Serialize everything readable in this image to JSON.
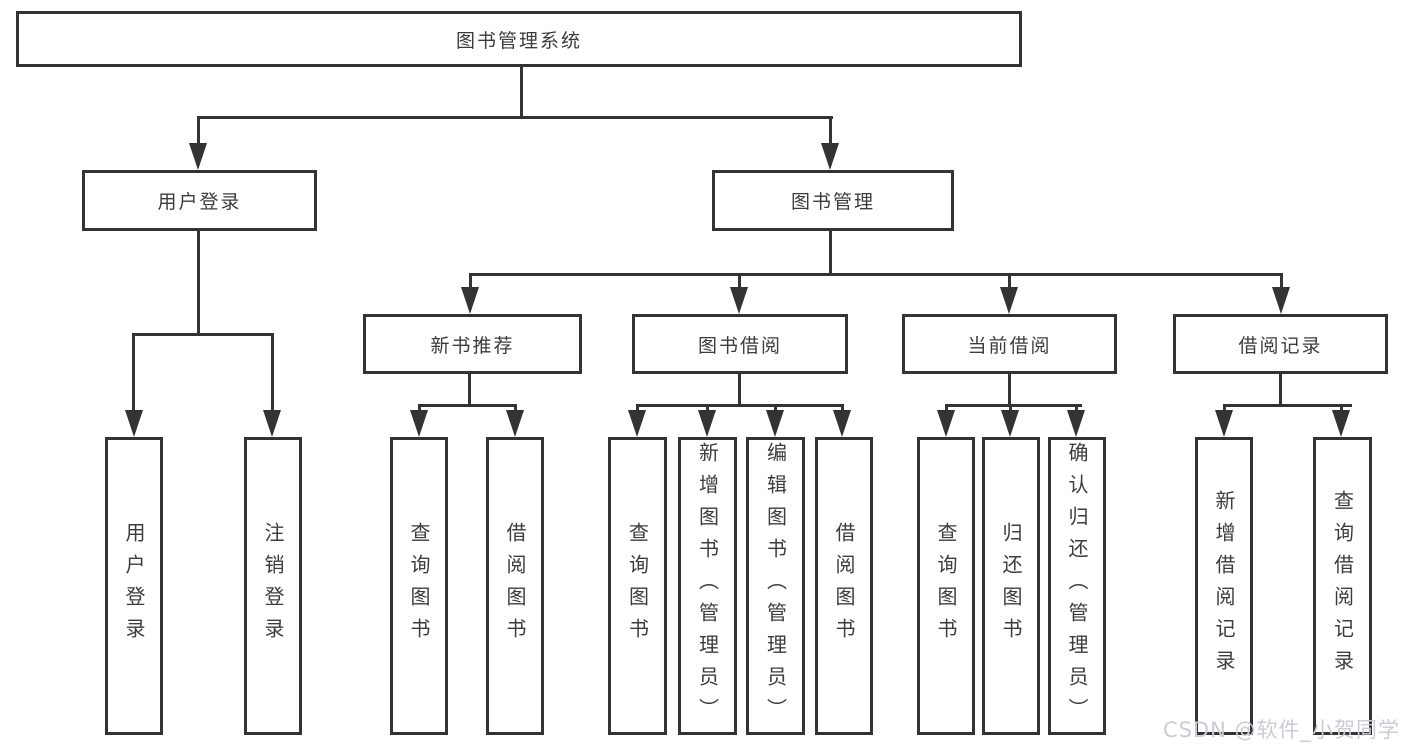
{
  "tree": {
    "root": "图书管理系统",
    "level2": [
      "用户登录",
      "图书管理"
    ],
    "level3": [
      "新书推荐",
      "图书借阅",
      "当前借阅",
      "借阅记录"
    ],
    "groups": [
      {
        "parent": "用户登录",
        "children": [
          "用户登录",
          "注销登录"
        ]
      },
      {
        "parent": "新书推荐",
        "children": [
          "查询图书",
          "借阅图书"
        ]
      },
      {
        "parent": "图书借阅",
        "children": [
          "查询图书",
          "新增图书（管理员）",
          "编辑图书（管理员）",
          "借阅图书"
        ]
      },
      {
        "parent": "当前借阅",
        "children": [
          "查询图书",
          "归还图书",
          "确认归还（管理员）"
        ]
      },
      {
        "parent": "借阅记录",
        "children": [
          "新增借阅记录",
          "查询借阅记录"
        ]
      }
    ]
  },
  "watermark": "CSDN @软件_小贺同学",
  "colors": {
    "line": "#333333",
    "box_border": "#333333",
    "text": "#3c3c3c",
    "background": "#ffffff",
    "watermark": "#c9ccd3"
  }
}
